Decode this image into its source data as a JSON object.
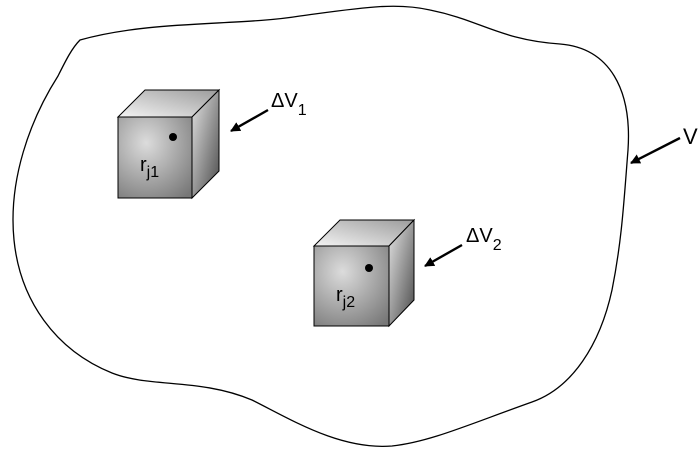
{
  "region": {
    "label": "V"
  },
  "volume_elements": [
    {
      "label_base": "ΔV",
      "label_sub": "1",
      "point_base": "r",
      "point_sub": "j1"
    },
    {
      "label_base": "ΔV",
      "label_sub": "2",
      "point_base": "r",
      "point_sub": "j2"
    }
  ],
  "colors": {
    "outline": "#000000",
    "cube_front_light": "#dcdcdc",
    "cube_front_dark": "#777777",
    "cube_top_light": "#f4f4f4",
    "cube_top_dark": "#9c9c9c",
    "cube_side_light": "#e6e6e6",
    "cube_side_dark": "#4a4a4a"
  }
}
